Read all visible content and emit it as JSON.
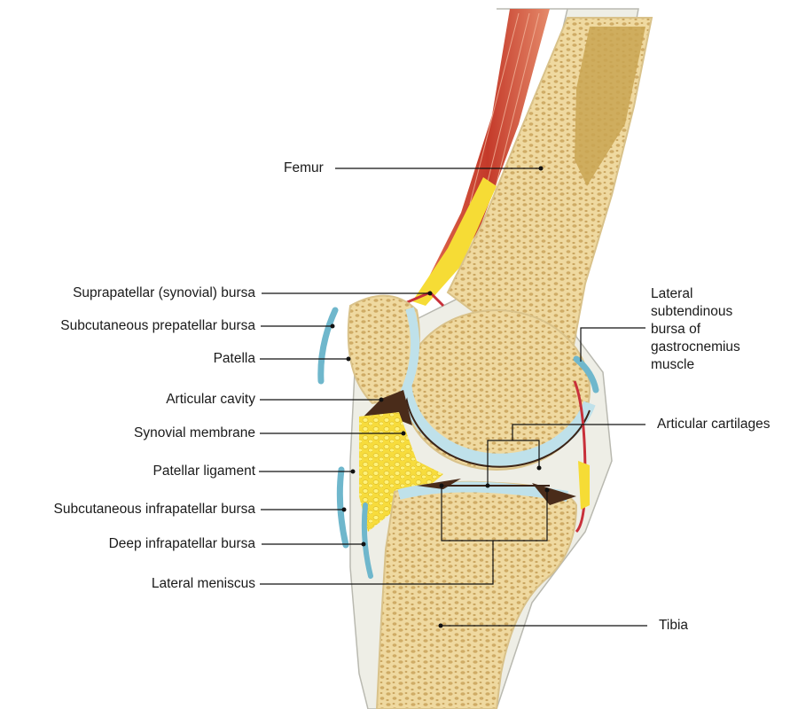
{
  "labels": {
    "femur": "Femur",
    "suprapatellar_bursa": "Suprapatellar (synovial) bursa",
    "subcutaneous_prepatellar_bursa": "Subcutaneous prepatellar bursa",
    "patella": "Patella",
    "articular_cavity": "Articular cavity",
    "synovial_membrane": "Synovial membrane",
    "patellar_ligament": "Patellar ligament",
    "subcutaneous_infrapatellar_bursa": "Subcutaneous infrapatellar bursa",
    "deep_infrapatellar_bursa": "Deep infrapatellar bursa",
    "lateral_meniscus": "Lateral meniscus",
    "tibia": "Tibia",
    "articular_cartilages": "Articular cartilages",
    "lateral_subtendinous_bursa": [
      "Lateral",
      "subtendinous",
      "bursa of",
      "gastrocnemius",
      "muscle"
    ]
  },
  "colors": {
    "bone": "#f1dfa8",
    "spongy_bone": "#d9bd78",
    "marrow": "#c9a552",
    "cartilage": "#bfe1ea",
    "fat": "#f7e04a",
    "muscle": "#d4513a",
    "tendon": "#dcdcd6",
    "bursa": "#6fb7cc",
    "synovial": "#c8303a",
    "leader_line": "#111111"
  }
}
